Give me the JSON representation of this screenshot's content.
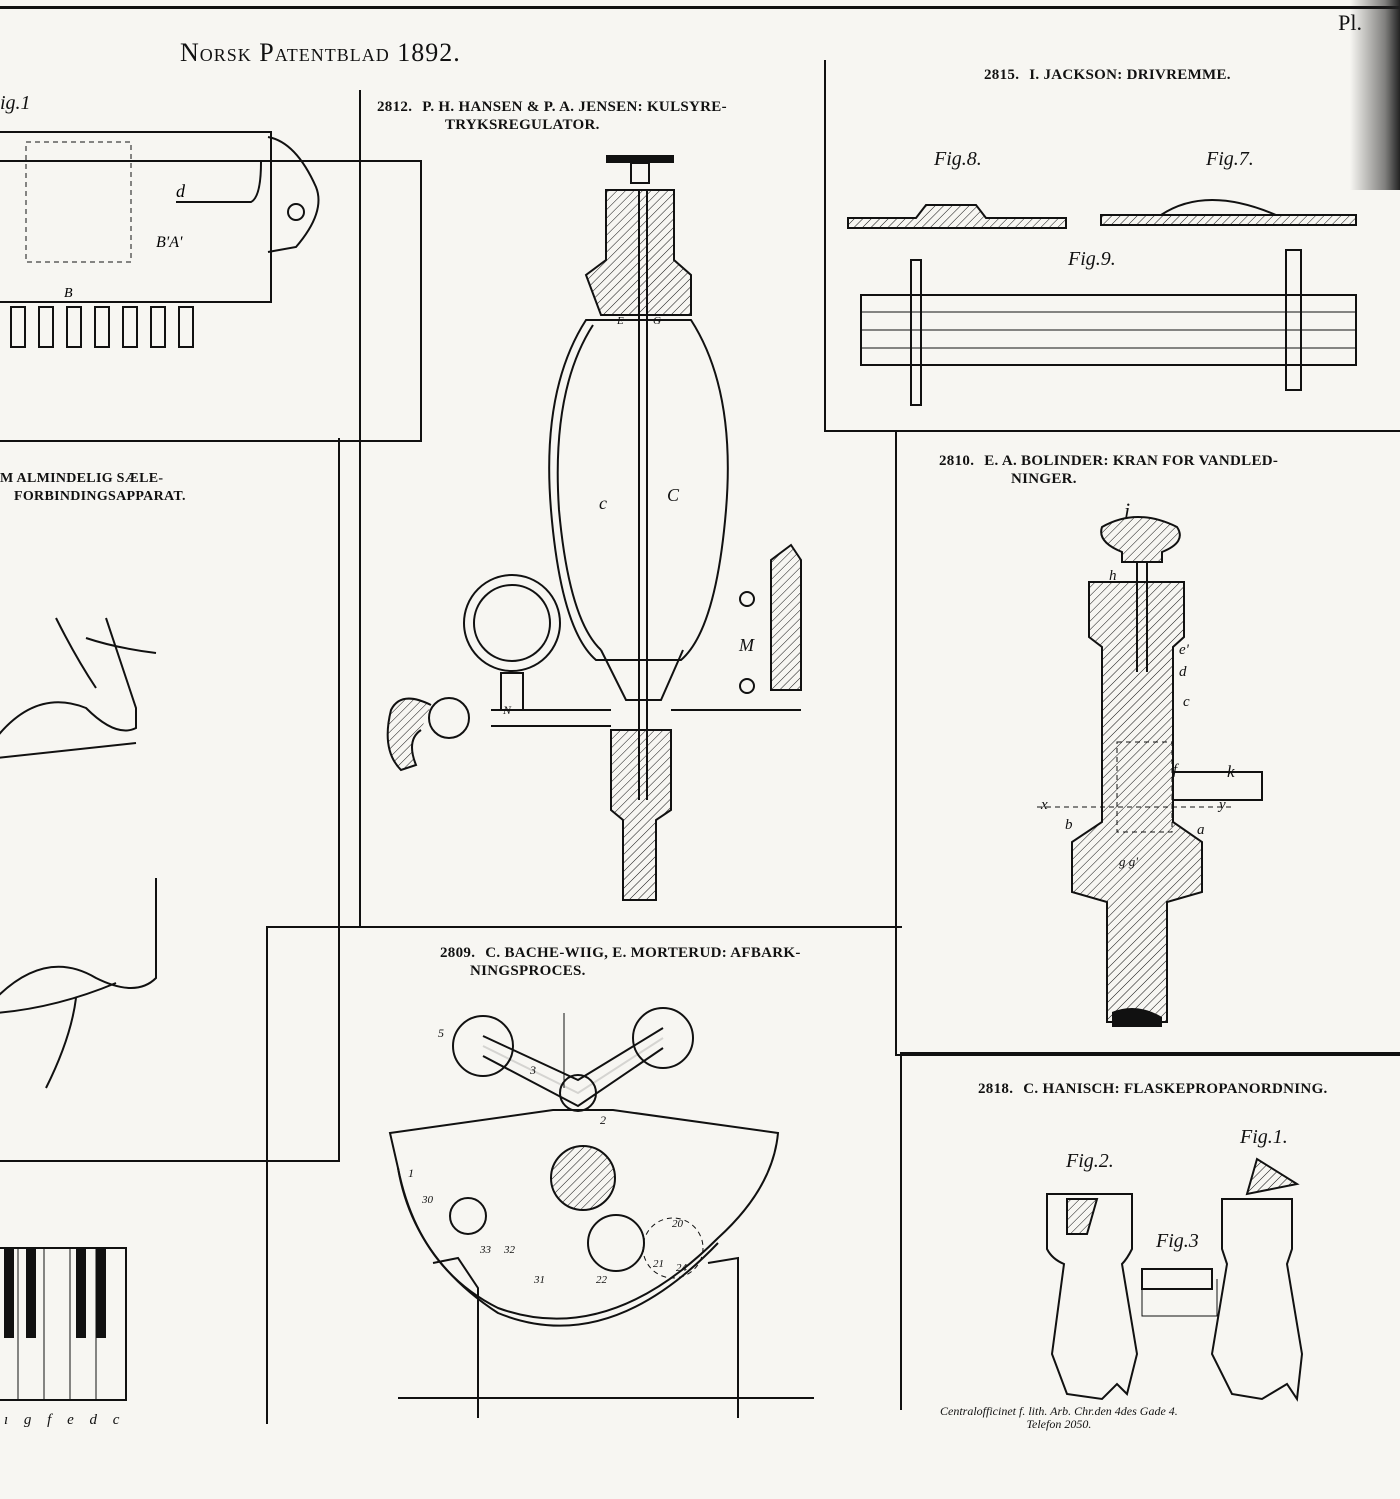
{
  "masthead": {
    "title": "Norsk Patentblad 1892.",
    "plate": "Pl."
  },
  "patents": [
    {
      "number": "2812.",
      "title": "P. H. HANSEN & P. A. JENSEN:  KULSYRE-",
      "title2": "TRYKSREGULATOR."
    },
    {
      "number": "2815.",
      "title": "I. JACKSON:  DRIVREMME."
    },
    {
      "number": "2810.",
      "title": "E. A. BOLINDER:  KRAN FOR VANDLED-",
      "title2": "NINGER."
    },
    {
      "number": "2809.",
      "title": "C. BACHE-WIIG, E. MORTERUD:  AFBARK-",
      "title2": "NINGSPROCES."
    },
    {
      "number": "2818.",
      "title": "C. HANISCH:  FLASKEPROPANORDNING."
    }
  ],
  "left_partial": {
    "fig_label": "ig.1",
    "header_line1": "M ALMINDELIG SÆLE-",
    "header_line2": "FORBINDINGSAPPARAT.",
    "keys": "ı  g  f  e  d  c"
  },
  "figure_labels": {
    "jackson_fig8": "Fig.8.",
    "jackson_fig7": "Fig.7.",
    "jackson_fig9": "Fig.9.",
    "hanisch_fig1": "Fig.1.",
    "hanisch_fig2": "Fig.2.",
    "hanisch_fig3": "Fig.3"
  },
  "letter_labels": {
    "c_left": "c",
    "c_right": "C",
    "m": "M",
    "n": "N",
    "e": "E",
    "g": "G",
    "i": "i",
    "h": "h",
    "e_prime": "e'",
    "d": "d",
    "c_kran": "c",
    "f": "f",
    "k": "k",
    "x": "x",
    "y": "y",
    "b": "b",
    "a": "a",
    "g_kran": "g  g'",
    "bark_1": "1",
    "bark_2": "2",
    "bark_3": "3",
    "bark_5": "5",
    "bark_20": "20",
    "bark_21": "21",
    "bark_22": "22",
    "bark_24": "24",
    "bark_30": "30",
    "bark_31": "31",
    "bark_32": "32",
    "bark_33": "33"
  },
  "credit": {
    "line1": "Centralofficinet f. lith. Arb. Chr.den 4des Gade 4.",
    "line2": "Telefon 2050."
  }
}
